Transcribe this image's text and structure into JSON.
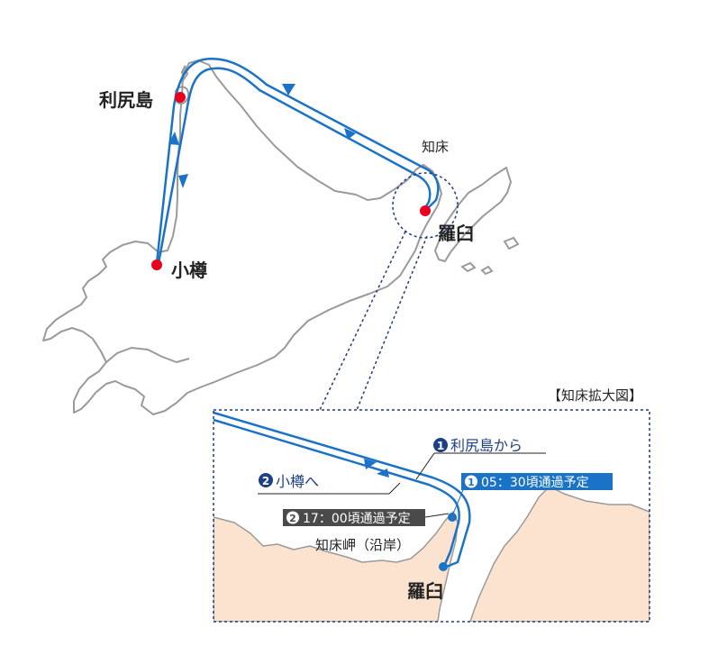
{
  "places": {
    "rishiri": "利尻島",
    "otaru": "小樽",
    "shiretoko": "知床",
    "rausu": "羅臼"
  },
  "inset": {
    "title": "【知床拡大図】",
    "legend_1": "利尻島から",
    "legend_2": "小樽へ",
    "time_1": "05：30頃通過予定",
    "time_2": "17：00頃通過予定",
    "cape": "知床岬（沿岸）",
    "rausu": "羅臼",
    "num_1": "1",
    "num_2": "2"
  },
  "colors": {
    "route": "#1a73c6",
    "route_dark": "#1d3f87",
    "port": "#e8001c",
    "land_outline": "#9a9a9a",
    "inset_land": "#fbe3cf",
    "inset_border": "#203a7a",
    "badge_dark": "#4a4a4a",
    "badge_blue": "#1a73c6"
  }
}
